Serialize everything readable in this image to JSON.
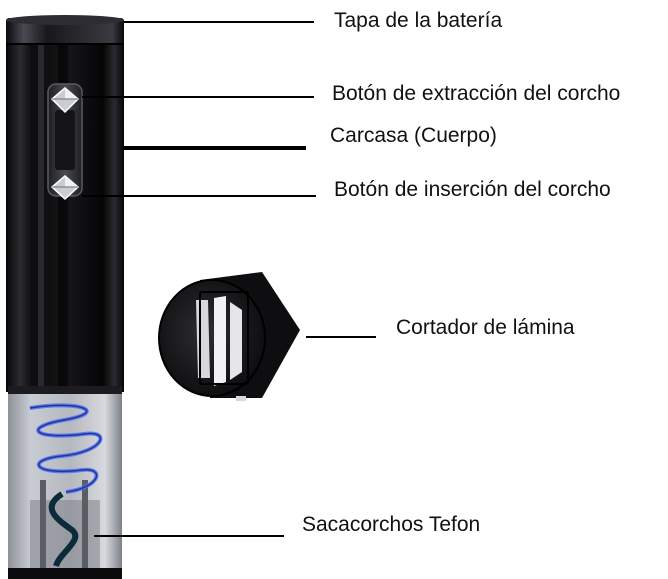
{
  "labels": {
    "battery_cap": "Tapa de la batería",
    "extract_button": "Botón de extracción del corcho",
    "housing": "Carcasa (Cuerpo)",
    "insert_button": "Botón de inserción del corcho",
    "foil_cutter": "Cortador de lámina",
    "corkscrew": "Sacacorchos Tefon"
  },
  "colors": {
    "body": "#0b0b0d",
    "body_highlight": "#3a3a40",
    "button_silver": "#c9ccd2",
    "chamber": "#b9bcc2",
    "spiral_glow": "#4f6bff",
    "cutter": "#1a1a1c",
    "leader_line": "#000000"
  }
}
